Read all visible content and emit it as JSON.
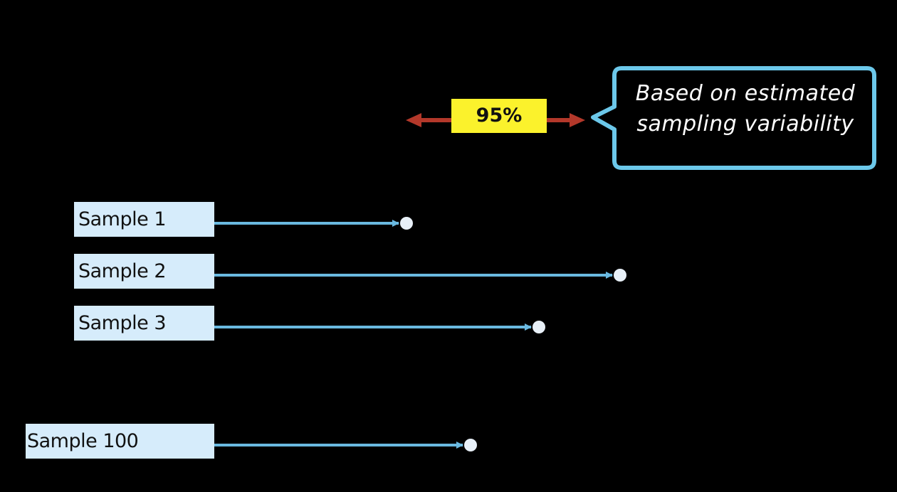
{
  "confidence_badge": {
    "label": "95%",
    "badge_color": "#fbf22c",
    "arrow_color": "#b3382a"
  },
  "callout": {
    "line1": "Based on estimated",
    "line2": "sampling variability",
    "border_color": "#6cc8ea"
  },
  "samples": [
    {
      "label": "Sample 1",
      "estimate": 0.45
    },
    {
      "label": "Sample 2",
      "estimate": 0.95
    },
    {
      "label": "Sample 3",
      "estimate": 0.76
    },
    {
      "label": "Sample 100",
      "estimate": 0.6
    }
  ],
  "colors": {
    "background": "#000000",
    "label_fill": "#d6ecfb",
    "arrow": "#6ab9e0",
    "point": "#e8f0f8"
  }
}
